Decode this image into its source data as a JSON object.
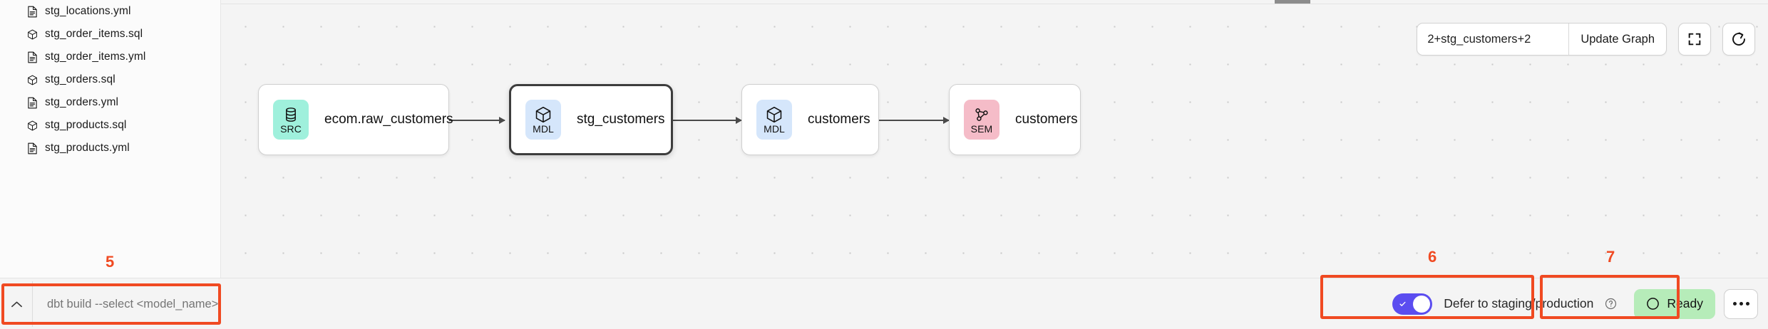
{
  "sidebar": {
    "files": [
      {
        "name": "stg_locations.yml",
        "icon": "file-yml-icon"
      },
      {
        "name": "stg_order_items.sql",
        "icon": "cube-sql-icon"
      },
      {
        "name": "stg_order_items.yml",
        "icon": "file-yml-icon"
      },
      {
        "name": "stg_orders.sql",
        "icon": "cube-sql-icon"
      },
      {
        "name": "stg_orders.yml",
        "icon": "file-yml-icon"
      },
      {
        "name": "stg_products.sql",
        "icon": "cube-sql-icon"
      },
      {
        "name": "stg_products.yml",
        "icon": "file-yml-icon"
      }
    ]
  },
  "graph_toolbar": {
    "selector_value": "2+stg_customers+2",
    "selector_placeholder": "2+stg_customers+2",
    "update_graph_label": "Update Graph",
    "fullscreen_icon": "expand-icon",
    "refresh_icon": "refresh-icon"
  },
  "graph": {
    "nodes": [
      {
        "badge": "SRC",
        "title": "ecom.raw_customers",
        "badge_color": "#9ff0dc",
        "badge_icon": "database-icon",
        "selected": false
      },
      {
        "badge": "MDL",
        "title": "stg_customers",
        "badge_color": "#d5e6fb",
        "badge_icon": "cube-icon",
        "selected": true
      },
      {
        "badge": "MDL",
        "title": "customers",
        "badge_color": "#d5e6fb",
        "badge_icon": "cube-icon",
        "selected": false
      },
      {
        "badge": "SEM",
        "title": "customers",
        "badge_color": "#f5bcc8",
        "badge_icon": "semantic-graph-icon",
        "selected": false
      }
    ]
  },
  "command_bar": {
    "chevron_icon": "chevron-up-icon",
    "placeholder": "dbt build --select <model_name>",
    "value": ""
  },
  "status_bar": {
    "defer_toggle_on": true,
    "defer_label": "Defer to staging/production",
    "help_icon": "question-circle-icon",
    "ready_label": "Ready",
    "ready_icon": "circle-icon",
    "more_icon": "ellipsis-icon"
  },
  "annotations": [
    {
      "number": "5",
      "target": "command-bar"
    },
    {
      "number": "6",
      "target": "defer-toggle-group"
    },
    {
      "number": "7",
      "target": "status-group"
    }
  ],
  "colors": {
    "accent_purple": "#5b4df0",
    "ready_green": "#b6ecb9",
    "annotation_red": "#f04a22",
    "src_badge": "#9ff0dc",
    "mdl_badge": "#d5e6fb",
    "sem_badge": "#f5bcc8"
  }
}
